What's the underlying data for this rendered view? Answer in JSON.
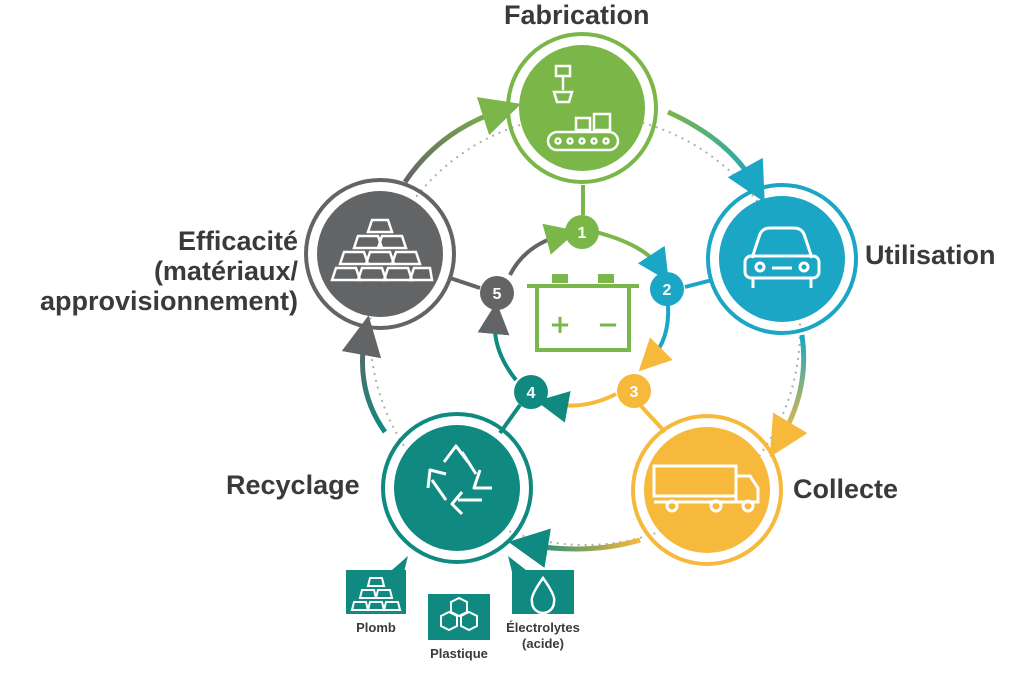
{
  "stages": {
    "fabrication": {
      "label": "Fabrication",
      "number": "1",
      "color": "#7ab648"
    },
    "utilisation": {
      "label": "Utilisation",
      "number": "2",
      "color": "#1aa6c4"
    },
    "collecte": {
      "label": "Collecte",
      "number": "3",
      "color": "#f6b93b"
    },
    "recyclage": {
      "label": "Recyclage",
      "number": "4",
      "color": "#108a80"
    },
    "efficacite": {
      "label_lines": [
        "Efficacité",
        "(matériaux/",
        "approvisionnement)"
      ],
      "number": "5",
      "color": "#636466"
    }
  },
  "materials": {
    "plomb": {
      "label": "Plomb",
      "icon": "gold-bars-icon"
    },
    "plastique": {
      "label": "Plastique",
      "icon": "cubes-icon"
    },
    "electrolytes": {
      "label_lines": [
        "Électrolytes",
        "(acide)"
      ],
      "icon": "droplet-icon"
    }
  },
  "center": {
    "icon": "battery-icon",
    "plus": "+",
    "minus": "−"
  }
}
